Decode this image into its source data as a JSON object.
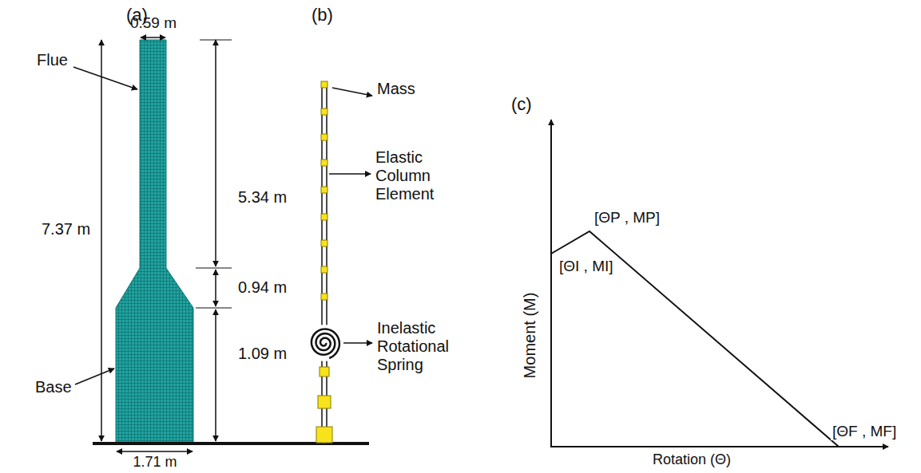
{
  "diagram": {
    "labels": [
      "(a)",
      "(b)",
      "(c)",
      "0.59 m",
      "Flue",
      "7.37 m",
      "5.34 m",
      "0.94 m",
      "1.09 m",
      "Base",
      "1.71 m",
      "Mass",
      "Elastic Column Element",
      "Inelastic Rotational Spring",
      "[ΘP , MP]",
      "[ΘI , MI]",
      "[ΘF , MF]",
      "Moment (M)",
      "Rotation (Θ)"
    ]
  }
}
